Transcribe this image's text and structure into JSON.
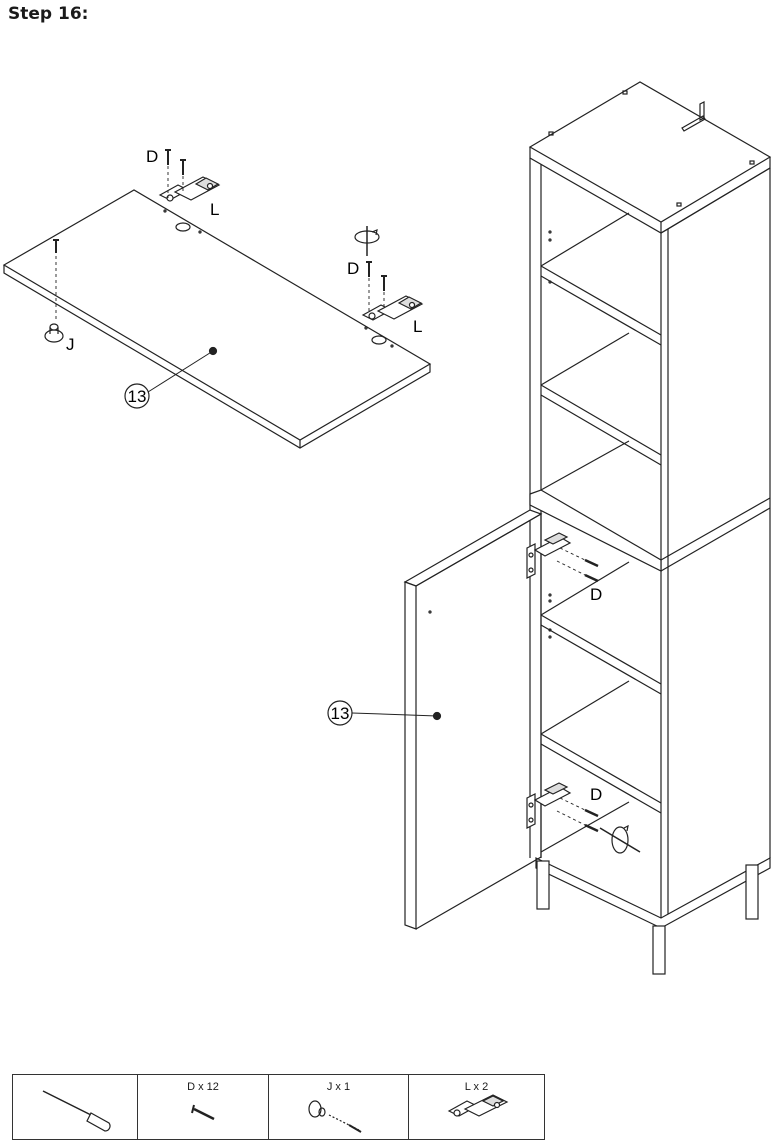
{
  "step": {
    "title": "Step 16:"
  },
  "callouts": {
    "part_number": "13",
    "screw_letter": "D",
    "hinge_letter": "L",
    "knob_letter": "J"
  },
  "parts_table": {
    "items": [
      {
        "icon": "screwdriver-icon",
        "label": ""
      },
      {
        "icon": "screw-icon",
        "label": "D x 12"
      },
      {
        "icon": "knob-icon",
        "label": "J x 1"
      },
      {
        "icon": "hinge-icon",
        "label": "L x 2"
      }
    ]
  }
}
